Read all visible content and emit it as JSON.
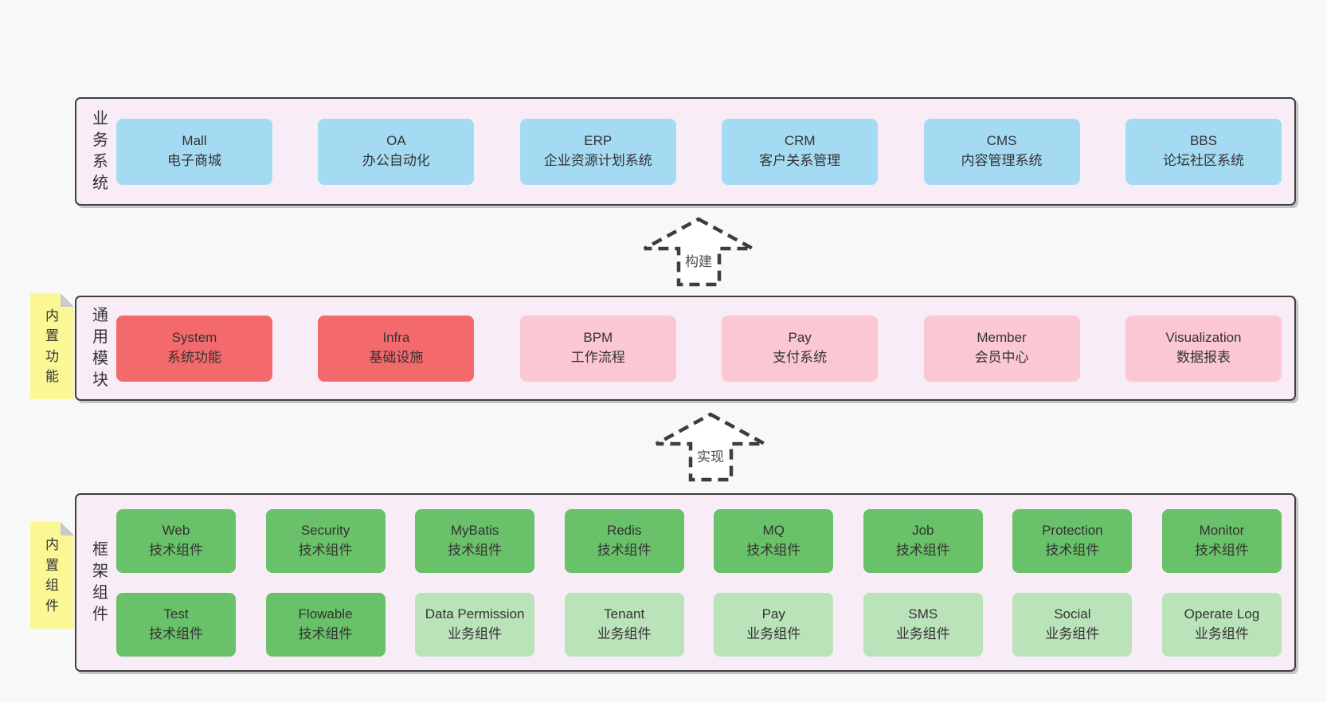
{
  "colors": {
    "page_bg": "#f8f8f8",
    "panel_bg": "#f8edf6",
    "panel_border": "#3f3f3f",
    "note_bg": "#faf794",
    "note_fold": "#c9c9ca",
    "blue": "#a5daf3",
    "red": "#f4696b",
    "pink": "#fbc7d2",
    "green": "#69c169",
    "lightgreen": "#bae3ba",
    "box_text": "#333333",
    "arrow_line": "#3d3d3d",
    "arrow_fill": "#ffffff"
  },
  "arrows": [
    {
      "id": "build",
      "label": "构建"
    },
    {
      "id": "implement",
      "label": "实现"
    }
  ],
  "panels": [
    {
      "id": "business",
      "label": "业务系统",
      "note": null,
      "rows": [
        [
          {
            "name": "Mall",
            "subtitle": "电子商城",
            "variant": "blue"
          },
          {
            "name": "OA",
            "subtitle": "办公自动化",
            "variant": "blue"
          },
          {
            "name": "ERP",
            "subtitle": "企业资源计划系统",
            "variant": "blue"
          },
          {
            "name": "CRM",
            "subtitle": "客户关系管理",
            "variant": "blue"
          },
          {
            "name": "CMS",
            "subtitle": "内容管理系统",
            "variant": "blue"
          },
          {
            "name": "BBS",
            "subtitle": "论坛社区系统",
            "variant": "blue"
          }
        ]
      ]
    },
    {
      "id": "modules",
      "label": "通用模块",
      "note": "内置功能",
      "rows": [
        [
          {
            "name": "System",
            "subtitle": "系统功能",
            "variant": "red"
          },
          {
            "name": "Infra",
            "subtitle": "基础设施",
            "variant": "red"
          },
          {
            "name": "BPM",
            "subtitle": "工作流程",
            "variant": "pink"
          },
          {
            "name": "Pay",
            "subtitle": "支付系统",
            "variant": "pink"
          },
          {
            "name": "Member",
            "subtitle": "会员中心",
            "variant": "pink"
          },
          {
            "name": "Visualization",
            "subtitle": "数据报表",
            "variant": "pink"
          }
        ]
      ]
    },
    {
      "id": "framework",
      "label": "框架组件",
      "note": "内置组件",
      "rows": [
        [
          {
            "name": "Web",
            "subtitle": "技术组件",
            "variant": "green"
          },
          {
            "name": "Security",
            "subtitle": "技术组件",
            "variant": "green"
          },
          {
            "name": "MyBatis",
            "subtitle": "技术组件",
            "variant": "green"
          },
          {
            "name": "Redis",
            "subtitle": "技术组件",
            "variant": "green"
          },
          {
            "name": "MQ",
            "subtitle": "技术组件",
            "variant": "green"
          },
          {
            "name": "Job",
            "subtitle": "技术组件",
            "variant": "green"
          },
          {
            "name": "Protection",
            "subtitle": "技术组件",
            "variant": "green"
          },
          {
            "name": "Monitor",
            "subtitle": "技术组件",
            "variant": "green"
          }
        ],
        [
          {
            "name": "Test",
            "subtitle": "技术组件",
            "variant": "green"
          },
          {
            "name": "Flowable",
            "subtitle": "技术组件",
            "variant": "green"
          },
          {
            "name": "Data Permission",
            "subtitle": "业务组件",
            "variant": "lightgreen"
          },
          {
            "name": "Tenant",
            "subtitle": "业务组件",
            "variant": "lightgreen"
          },
          {
            "name": "Pay",
            "subtitle": "业务组件",
            "variant": "lightgreen"
          },
          {
            "name": "SMS",
            "subtitle": "业务组件",
            "variant": "lightgreen"
          },
          {
            "name": "Social",
            "subtitle": "业务组件",
            "variant": "lightgreen"
          },
          {
            "name": "Operate Log",
            "subtitle": "业务组件",
            "variant": "lightgreen"
          }
        ]
      ]
    }
  ]
}
